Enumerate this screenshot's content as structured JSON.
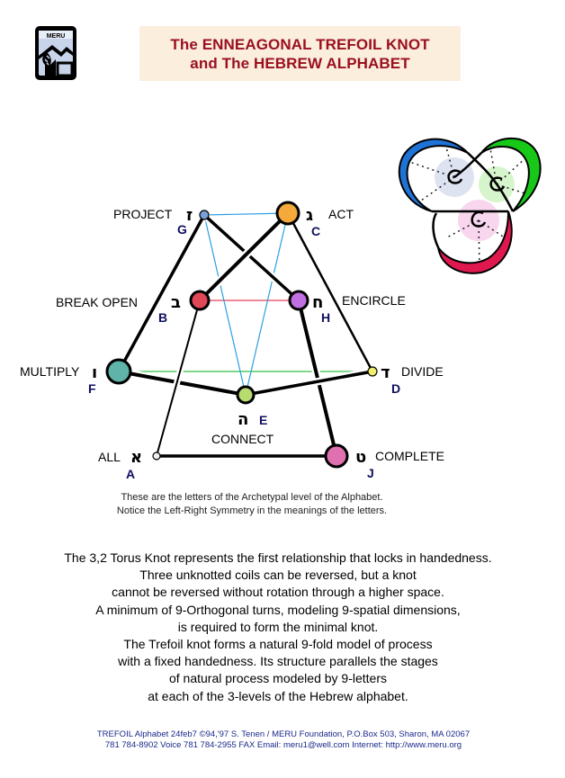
{
  "logo": {
    "text": "MERU",
    "icon": "meru-logo"
  },
  "title": {
    "line1": "The ENNEAGONAL TREFOIL KNOT",
    "line2": "and The HEBREW ALPHABET"
  },
  "colors": {
    "title_text": "#9a1020",
    "title_bg": "#fbeedd",
    "code_letter": "#101060",
    "footer_text": "#1c2a8a",
    "chord_blue": "#2aa0e0",
    "chord_red": "#e8405a",
    "chord_green": "#30c040",
    "trefoil_blue": "#1f73d6",
    "trefoil_green": "#18c818",
    "trefoil_red": "#e01850"
  },
  "trefoil_icon": "trefoil-knot-illustration",
  "nodes": [
    {
      "id": "G",
      "code": "G",
      "meaning": "PROJECT",
      "hebrew": "ז",
      "color": "#7a9fd8"
    },
    {
      "id": "C",
      "code": "C",
      "meaning": "ACT",
      "hebrew": "ג",
      "color": "#f4a93a"
    },
    {
      "id": "B",
      "code": "B",
      "meaning": "BREAK OPEN",
      "hebrew": "ב",
      "color": "#e04858"
    },
    {
      "id": "H",
      "code": "H",
      "meaning": "ENCIRCLE",
      "hebrew": "ח",
      "color": "#c070e0"
    },
    {
      "id": "F",
      "code": "F",
      "meaning": "MULTIPLY",
      "hebrew": "ו",
      "color": "#5fb3a8"
    },
    {
      "id": "D",
      "code": "D",
      "meaning": "DIVIDE",
      "hebrew": "ד",
      "color": "#f0f070"
    },
    {
      "id": "E",
      "code": "E",
      "meaning": "CONNECT",
      "hebrew": "ה",
      "color": "#b8dc70"
    },
    {
      "id": "A",
      "code": "A",
      "meaning": "ALL",
      "hebrew": "א",
      "color": "#f0f0f0"
    },
    {
      "id": "J",
      "code": "J",
      "meaning": "COMPLETE",
      "hebrew": "ט",
      "color": "#e070b0"
    }
  ],
  "knot_path": [
    "A",
    "J",
    "H",
    "G",
    "F",
    "E",
    "D",
    "C",
    "B",
    "A"
  ],
  "chords": [
    {
      "from": "G",
      "to": "C",
      "color": "blue"
    },
    {
      "from": "B",
      "to": "H",
      "color": "red"
    },
    {
      "from": "F",
      "to": "D",
      "color": "green"
    },
    {
      "from": "G",
      "to": "E",
      "color": "blue"
    },
    {
      "from": "C",
      "to": "E",
      "color": "blue"
    }
  ],
  "caption": {
    "line1": "These are the letters of the Archetypal level of the Alphabet.",
    "line2": "Notice the Left-Right Symmetry in the meanings of the letters."
  },
  "body": [
    "The 3,2 Torus Knot represents the first relationship that locks in handedness.",
    "Three unknotted coils can be reversed, but a knot",
    "cannot be reversed without rotation through  a higher  space.",
    "A minimum of 9-Orthogonal turns, modeling 9-spatial dimensions,",
    "is required to form the minimal knot.",
    "The Trefoil knot forms a natural 9-fold model of process",
    "with a fixed  handedness.  Its structure parallels the stages",
    "of natural process modeled by 9-letters",
    "at each of the 3-levels of the Hebrew alphabet."
  ],
  "footer": {
    "line1": "TREFOIL Alphabet 24feb7 ©94,'97 S. Tenen / MERU Foundation, P.O.Box 503, Sharon, MA 02067",
    "line2": "781 784-8902 Voice  781 784-2955 FAX     Email: meru1@well.com   Internet: http://www.meru.org"
  }
}
